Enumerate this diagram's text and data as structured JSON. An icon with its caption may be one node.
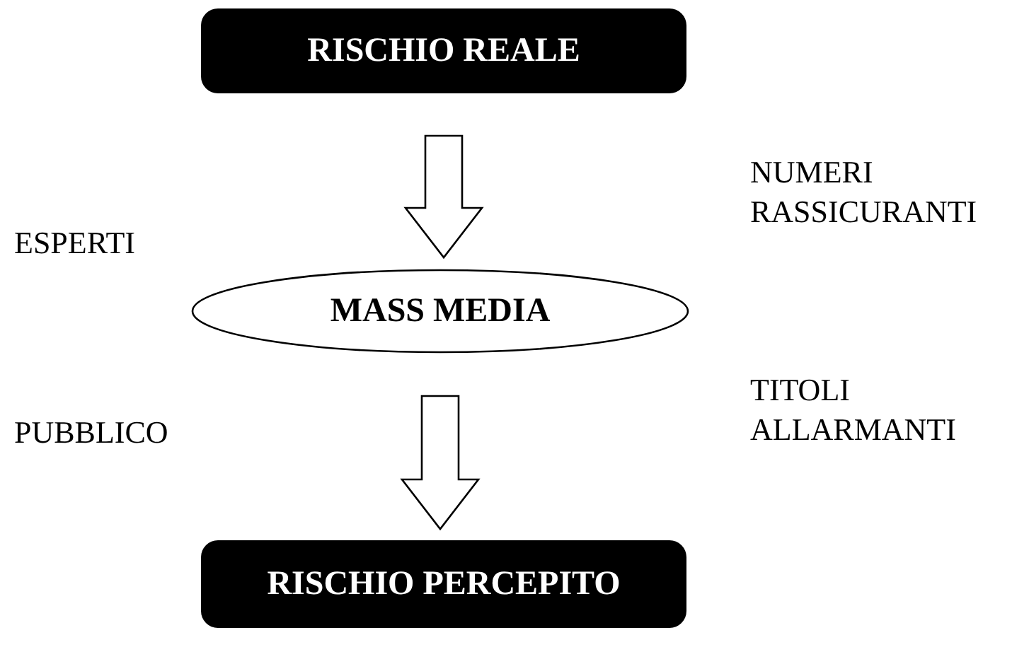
{
  "diagram": {
    "nodes": [
      {
        "text": [
          "RISCHIO REALE"
        ]
      },
      {
        "text": [
          "MASS MEDIA"
        ]
      },
      {
        "text": [
          "RISCHIO PERCEPITO"
        ]
      }
    ],
    "edges": [
      {
        "from": 0,
        "to": 1,
        "arrow": "to"
      },
      {
        "from": 1,
        "to": 2,
        "arrow": "to"
      }
    ],
    "labels": [
      "ESPERTI",
      "NUMERI RASSICURANTI",
      "PUBBLICO",
      "TITOLI ALLARMANTI"
    ]
  }
}
